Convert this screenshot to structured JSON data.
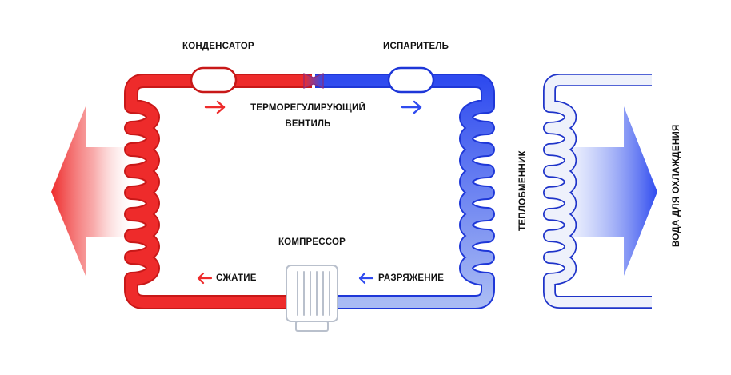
{
  "labels": {
    "condenser": "КОНДЕНСАТОР",
    "evaporator": "ИСПАРИТЕЛЬ",
    "valve_line1": "ТЕРМОРЕГУЛИРУЮЩИЙ",
    "valve_line2": "ВЕНТИЛЬ",
    "compressor": "КОМПРЕССОР",
    "compression": "СЖАТИЕ",
    "rarefaction": "РАЗРЯЖЕНИЕ",
    "heat_exchanger": "ТЕПЛОБМЕННИК",
    "cooling_water": "ВОДА ДЛЯ ОХЛАЖДЕНИЯ"
  },
  "colors": {
    "hot": "#ee2b2b",
    "hot_outline": "#c81818",
    "cold": "#2f4bef",
    "cold_light": "#9fb3f2",
    "cold_outline": "#1e37d8",
    "outline_dark": "#1f34c9",
    "exchanger_fill": "#e8edf9",
    "compressor_stroke": "#b9c0cc"
  }
}
